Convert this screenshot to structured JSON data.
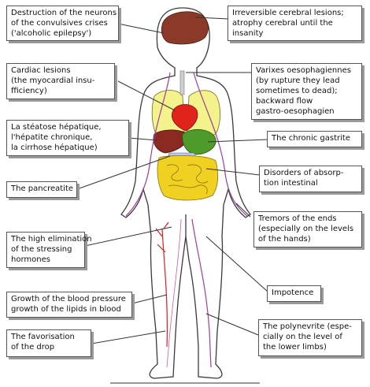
{
  "labels": {
    "neurons": "Destruction of the neurons\nof the convulsives crises\n('alcoholic epilepsy')",
    "cerebral": "Irreversible cerebral lesions;\natrophy cerebral until the\ninsanity",
    "cardiac": "Cardiac lesions\n(the myocardial insu-\nfficiency)",
    "varices": "Varixes oesophagiennes\n(by rupture they lead\nsometimes to dead);\nbackward flow\ngastro-oesophagien",
    "liver": "La stéatose hépatique,\nl'hépatite chronique,\nla cirrhose hépatique)",
    "gastritis": "The chronic gastrite",
    "absorption": "Disorders of absorp-\ntion intestinal",
    "pancreas": "The pancreatite",
    "tremors": "Tremors of the ends\n(especially on the levels\nof the hands)",
    "stress": "The high elimination\nof the stressing\nhormones",
    "impotence": "Impotence",
    "blood": "Growth of the blood pressure\ngrowth of the lipids in blood",
    "drop": "The favorisation\nof the drop",
    "polyneuritis": "The polynevrite (espe-\ncially on the level of\nthe lower limbs)"
  },
  "colors": {
    "outline": "#3a3a3a",
    "brain": "#8b3a2a",
    "heart": "#e0241c",
    "lungs": "#f4f28a",
    "liver": "#8a2a22",
    "stomach": "#4e9a2a",
    "intestine": "#f0d020",
    "nerves": "#9b3f9b",
    "vessels": "#d62020"
  }
}
